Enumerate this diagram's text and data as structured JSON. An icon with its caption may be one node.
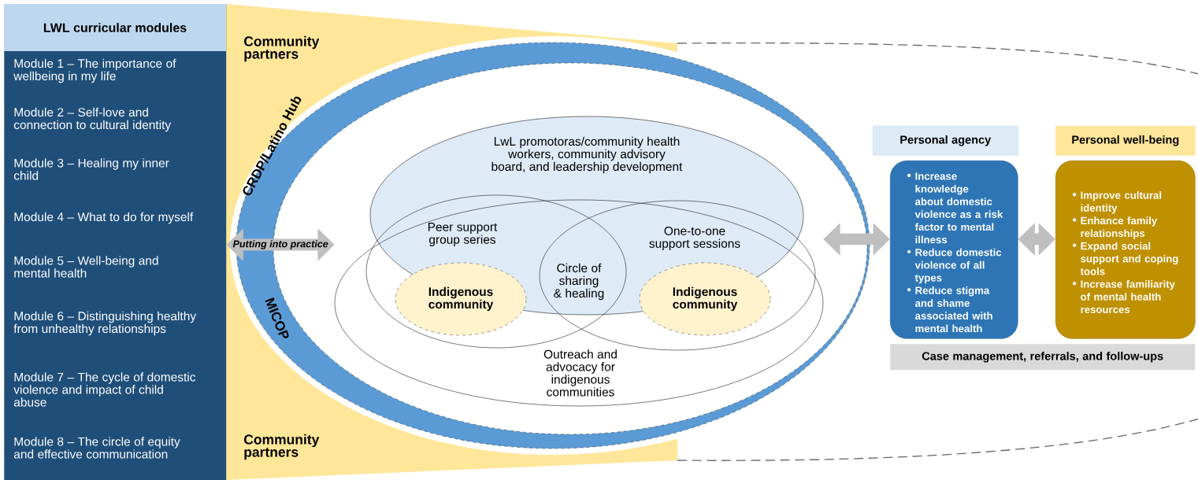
{
  "diagram": {
    "nodes": [
      {
        "text": [
          "LWL curricular modules",
          "Module 1 – The importance of wellbeing in my life",
          "Module 2 – Self-love and connection to cultural identity",
          "Module 3 – Healing my inner child",
          "Module 4 – What to do for myself",
          "Module 5 – Well-being and mental health",
          "Module 6 – Distinguishing healthy from unhealthy relationships",
          "Module 7 – The cycle of domestic violence and impact of child abuse",
          "Module 8 – The circle of equity and effective communication"
        ]
      },
      {
        "text": [
          "CRDP/Latino Hub",
          "MICOP"
        ]
      },
      {
        "text": [
          "Outreach and advocacy for indigenous communities"
        ],
        "in": 1
      },
      {
        "text": [
          "LwL promotoras/community health workers, community advisory board, and leadership development"
        ],
        "in": 1
      },
      {
        "text": [
          "Peer support group series"
        ],
        "in": 2
      },
      {
        "text": [
          "One-to-one support sessions"
        ],
        "in": 2
      },
      {
        "text": [
          "Indigenous community"
        ],
        "in": 4
      },
      {
        "text": [
          "Indigenous community"
        ],
        "in": 5
      },
      {
        "text": [
          "Personal agency"
        ]
      },
      {
        "text": [
          "Increase knowledge about domestic violence as a risk factor to mental illness",
          "Reduce domestic violence of all types",
          "Reduce stigma and shame associated with mental health"
        ]
      },
      {
        "text": [
          "Personal well-being"
        ]
      },
      {
        "text": [
          "Improve cultural identity",
          "Enhance family relationships",
          "Expand social support and coping tools",
          "Increase familiarity of mental health resources"
        ]
      },
      {
        "text": [
          "Case management, referrals, and follow-ups"
        ]
      }
    ],
    "edges": [
      {
        "from": 0,
        "to": 2,
        "arrow": "both",
        "label": "Putting into practice"
      },
      {
        "from": 2,
        "to": 9,
        "arrow": "both"
      },
      {
        "from": 9,
        "to": 11,
        "arrow": "both"
      }
    ],
    "labels": [
      "Community partners",
      "Circle of sharing & healing",
      "Community partners"
    ]
  }
}
